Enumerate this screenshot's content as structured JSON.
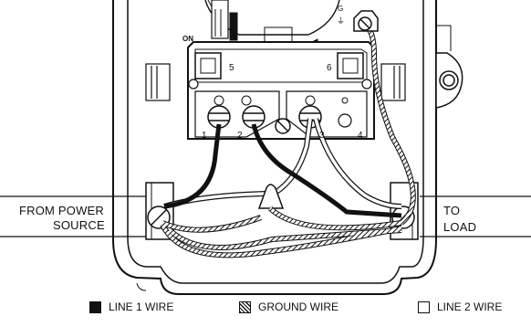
{
  "labels": {
    "from_power_line1": "FROM POWER",
    "from_power_line2": "SOURCE",
    "to_load_line1": "TO",
    "to_load_line2": "LOAD",
    "on": "ON",
    "ground_mark": "G",
    "ground_symbol": "⏚",
    "terminal_1": "1",
    "terminal_2": "2",
    "terminal_3": "3",
    "terminal_4": "4",
    "terminal_5": "5",
    "terminal_6": "6"
  },
  "legend": {
    "line1": "LINE 1 WIRE",
    "ground": "GROUND WIRE",
    "line2": "LINE 2 WIRE"
  },
  "colors": {
    "ink": "#111111",
    "paper": "#ffffff"
  }
}
